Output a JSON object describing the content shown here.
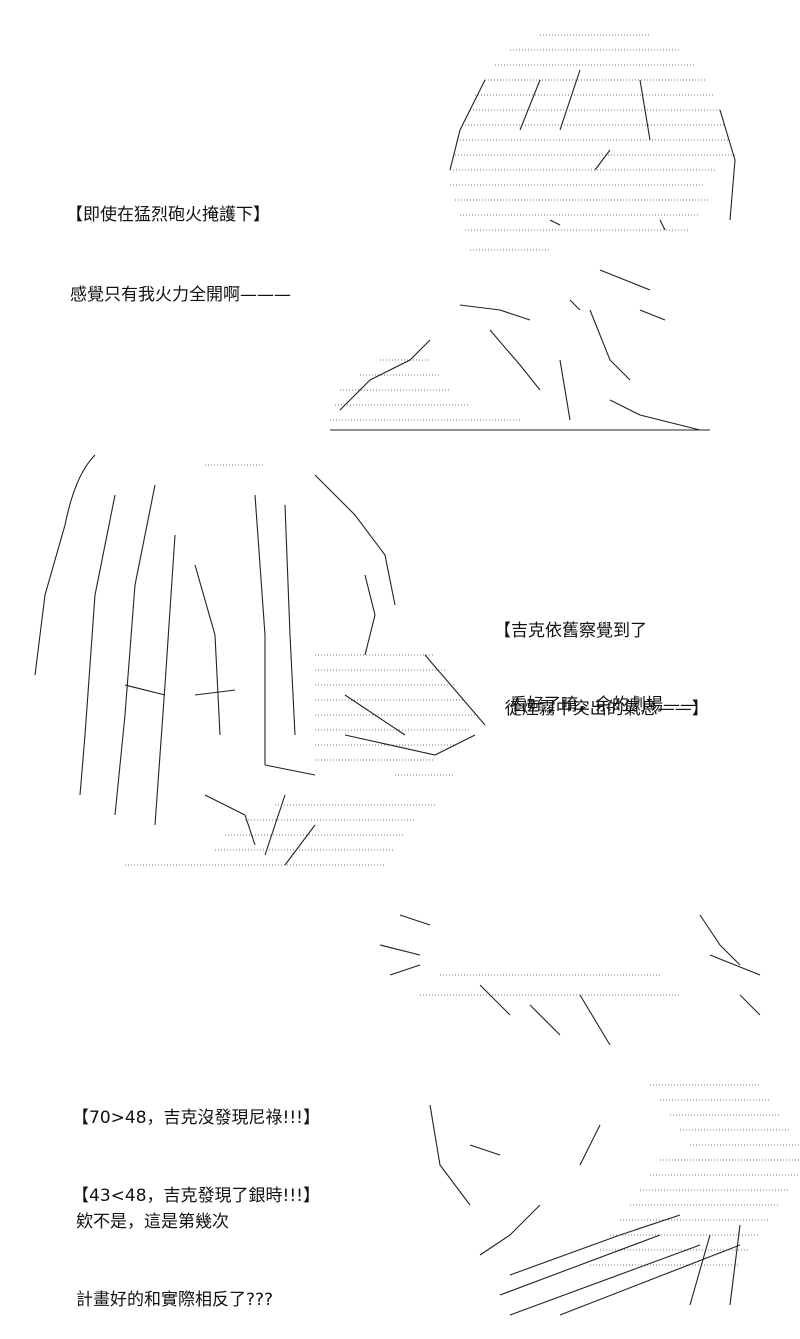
{
  "panel1": {
    "line1": "【即使在猛烈砲火掩護下】",
    "line2": "感覺只有我火力全開啊———"
  },
  "panel2": {
    "line1": "【吉克依舊察覺到了",
    "line2": "  從煙霧中突出的氣息——】",
    "line3": "看好了唷，余的劇場——"
  },
  "panel3": {
    "line1": "【70>48，吉克沒發現尼祿!!!】",
    "line2": "【43<48，吉克發現了銀時!!!】",
    "line3": "欸不是，這是第幾次",
    "line4": "計畫好的和實際相反了???"
  }
}
